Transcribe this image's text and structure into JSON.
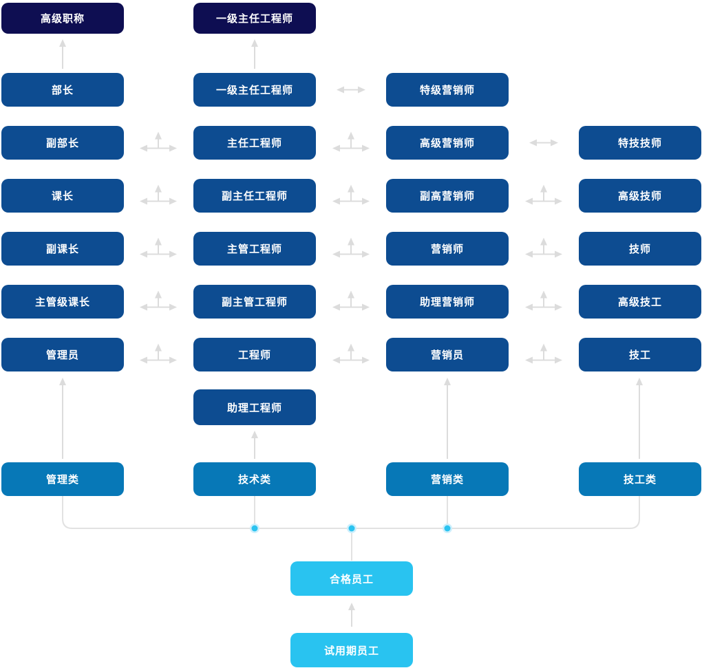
{
  "palette": {
    "navy": "#0e0e52",
    "blue": "#0d4c91",
    "mid_blue": "#0778b7",
    "cyan": "#29c3f0",
    "line": "#e2e2e2",
    "arrow": "#dcdcdc",
    "dot": "#2bc3f0",
    "dot_halo": "#cdeffc",
    "text": "#ffffff"
  },
  "top_nodes": [
    {
      "label": "高级职称"
    },
    {
      "label": "一级主任工程师"
    }
  ],
  "columns": [
    {
      "category": "管理类",
      "levels": [
        "部长",
        "副部长",
        "课长",
        "副课长",
        "主管级课长",
        "管理员"
      ]
    },
    {
      "category": "技术类",
      "levels": [
        "一级主任工程师",
        "主任工程师",
        "副主任工程师",
        "主管工程师",
        "副主管工程师",
        "工程师",
        "助理工程师"
      ]
    },
    {
      "category": "营销类",
      "levels": [
        "特级营销师",
        "高级营销师",
        "副高营销师",
        "营销师",
        "助理营销师",
        "营销员"
      ]
    },
    {
      "category": "技工类",
      "levels": [
        "特技技师",
        "高级技师",
        "技师",
        "高级技工",
        "技工"
      ]
    }
  ],
  "bottom_nodes": [
    {
      "label": "合格员工"
    },
    {
      "label": "试用期员工"
    }
  ]
}
